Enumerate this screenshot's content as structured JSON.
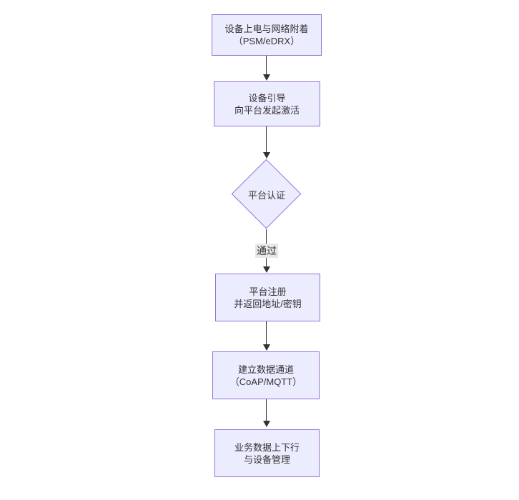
{
  "diagram": {
    "type": "flowchart",
    "direction": "top-down",
    "colors": {
      "node_fill": "#ECECFF",
      "node_border": "#9370DB",
      "edge": "#333333",
      "text": "#333333",
      "edge_label_bg": "#e8e8e8"
    },
    "nodes": [
      {
        "id": "n1",
        "shape": "rect",
        "lines": [
          "设备上电与网络附着",
          "（PSM/eDRX）"
        ]
      },
      {
        "id": "n2",
        "shape": "rect",
        "lines": [
          "设备引导",
          "向平台发起激活"
        ]
      },
      {
        "id": "n3",
        "shape": "diamond",
        "lines": [
          "平台认证"
        ]
      },
      {
        "id": "n4",
        "shape": "rect",
        "lines": [
          "平台注册",
          "并返回地址/密钥"
        ]
      },
      {
        "id": "n5",
        "shape": "rect",
        "lines": [
          "建立数据通道",
          "（CoAP/MQTT）"
        ]
      },
      {
        "id": "n6",
        "shape": "rect",
        "lines": [
          "业务数据上下行",
          "与设备管理"
        ]
      }
    ],
    "edges": [
      {
        "from": "n1",
        "to": "n2",
        "label": ""
      },
      {
        "from": "n2",
        "to": "n3",
        "label": ""
      },
      {
        "from": "n3",
        "to": "n4",
        "label": "通过"
      },
      {
        "from": "n4",
        "to": "n5",
        "label": ""
      },
      {
        "from": "n5",
        "to": "n6",
        "label": ""
      }
    ]
  }
}
